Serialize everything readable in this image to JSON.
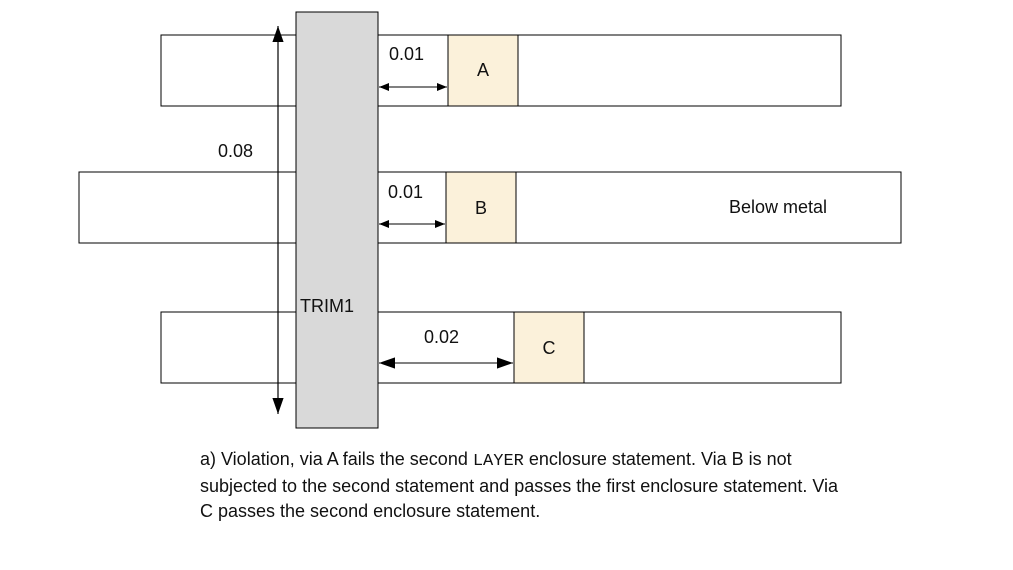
{
  "diagram": {
    "dimension_vertical": "0.08",
    "spacing_a": "0.01",
    "spacing_b": "0.01",
    "spacing_c": "0.02",
    "via_a_label": "A",
    "via_b_label": "B",
    "via_c_label": "C",
    "trim_label": "TRIM1",
    "metal_label": "Below metal"
  },
  "caption": {
    "part1": "a) Violation, via A fails the second ",
    "code": "LAYER",
    "part2": " enclosure statement. Via B is not subjected to the second statement and passes the first enclosure statement. Via C passes the second enclosure statement."
  },
  "colors": {
    "via_fill": "#fbf1da",
    "trim_fill": "#d9d9d9",
    "stroke": "#000000"
  }
}
